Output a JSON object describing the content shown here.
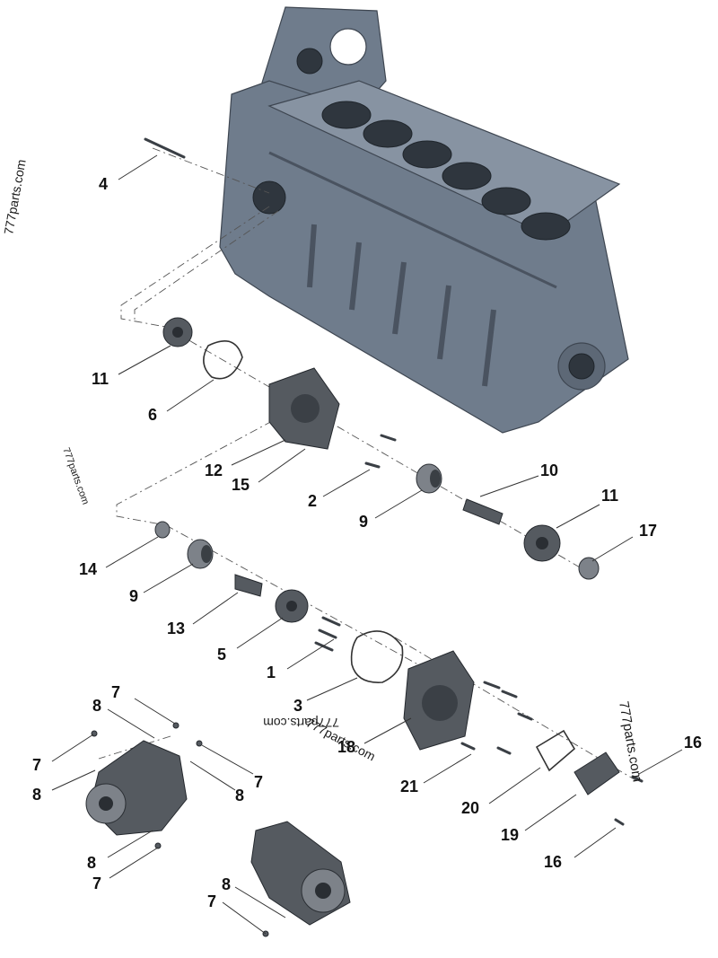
{
  "callouts": [
    {
      "id": "c4",
      "text": "4"
    },
    {
      "id": "c11a",
      "text": "11"
    },
    {
      "id": "c6",
      "text": "6"
    },
    {
      "id": "c12",
      "text": "12"
    },
    {
      "id": "c15",
      "text": "15"
    },
    {
      "id": "c2",
      "text": "2"
    },
    {
      "id": "c10",
      "text": "10"
    },
    {
      "id": "c9a",
      "text": "9"
    },
    {
      "id": "c11b",
      "text": "11"
    },
    {
      "id": "c17",
      "text": "17"
    },
    {
      "id": "c14",
      "text": "14"
    },
    {
      "id": "c9b",
      "text": "9"
    },
    {
      "id": "c13",
      "text": "13"
    },
    {
      "id": "c5",
      "text": "5"
    },
    {
      "id": "c1",
      "text": "1"
    },
    {
      "id": "c3",
      "text": "3"
    },
    {
      "id": "c18",
      "text": "18"
    },
    {
      "id": "c21",
      "text": "21"
    },
    {
      "id": "c20",
      "text": "20"
    },
    {
      "id": "c19",
      "text": "19"
    },
    {
      "id": "c16a",
      "text": "16"
    },
    {
      "id": "c16b",
      "text": "16"
    },
    {
      "id": "c7a",
      "text": "7"
    },
    {
      "id": "c8a",
      "text": "8"
    },
    {
      "id": "c7b",
      "text": "7"
    },
    {
      "id": "c8b",
      "text": "8"
    },
    {
      "id": "c8c",
      "text": "8"
    },
    {
      "id": "c7c",
      "text": "7"
    },
    {
      "id": "c8d",
      "text": "8"
    },
    {
      "id": "c7d",
      "text": "7"
    },
    {
      "id": "c8e",
      "text": "8"
    },
    {
      "id": "c7e",
      "text": "7"
    }
  ],
  "watermarks": [
    {
      "id": "w1",
      "text": "777parts.com"
    },
    {
      "id": "w2",
      "text": "777parts.com"
    },
    {
      "id": "w3",
      "text": "777parts.com"
    },
    {
      "id": "w4",
      "text": "777parts.com"
    },
    {
      "id": "w5",
      "text": "777parts.com"
    }
  ],
  "colors": {
    "block": "#6f7c8c",
    "parts": "#555a60",
    "text": "#111111"
  }
}
